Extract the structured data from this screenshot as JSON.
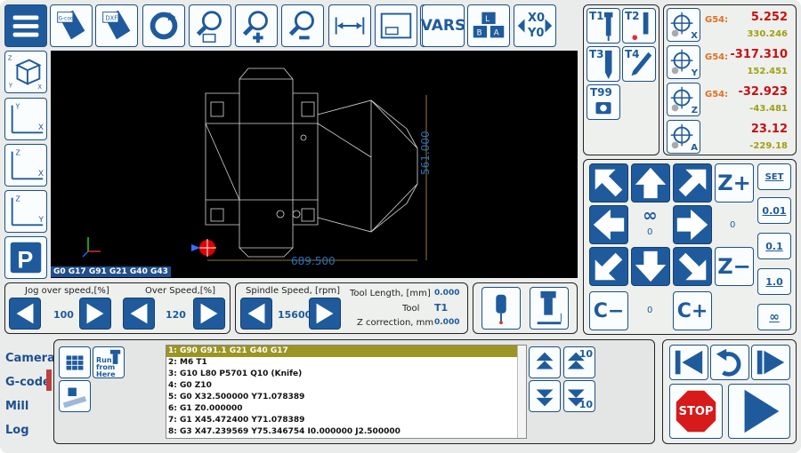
{
  "toolbar": {
    "vars": "VARS",
    "x0": "X0",
    "y0": "Y0"
  },
  "view": {
    "dim_width": "689.500",
    "dim_height": "561.000",
    "gcode_state": "G0  G17 G91 G21 G40 G43",
    "view_labels": {
      "a": "X",
      "b": "X",
      "c": "Y"
    }
  },
  "tools": {
    "t1": "T1",
    "t2": "T2",
    "t3": "T3",
    "t4": "T4",
    "t99": "T99"
  },
  "axes": [
    {
      "axis": "X",
      "wcs": "G54:",
      "value": "5.252",
      "machine": "330.246"
    },
    {
      "axis": "Y",
      "wcs": "G54:",
      "value": "-317.310",
      "machine": "152.451"
    },
    {
      "axis": "Z",
      "wcs": "G54:",
      "value": "-32.923",
      "machine": "-43.481"
    },
    {
      "axis": "A",
      "wcs": "",
      "value": "23.12",
      "machine": "-229.18"
    }
  ],
  "jog": {
    "step_label": "∞",
    "step_value": "0",
    "side_value": "0",
    "c_value": "0",
    "zplus": "Z+",
    "zminus": "Z−",
    "cminus": "C−",
    "cplus": "C+",
    "set": "SET",
    "s001": "0.01",
    "s01": "0.1",
    "s10": "1.0",
    "sinf": "∞"
  },
  "speeds": {
    "jog_label": "Jog over speed,[%]",
    "jog_value": "100",
    "over_label": "Over Speed,[%]",
    "over_value": "120",
    "spindle_label": "Spindle Speed, [rpm]",
    "spindle_value": "15600"
  },
  "toolinfo": {
    "length_label": "Tool Length, [mm]",
    "length_value": "0.000",
    "tool_label": "Tool",
    "tool_value": "T1",
    "zcorr_label": "Z correction, mm",
    "zcorr_value": "0.000"
  },
  "tabs": [
    "Camera",
    "G-code",
    "Mill",
    "Log"
  ],
  "run_from_here": [
    "Run",
    "from",
    "Here"
  ],
  "gcode_lines": [
    "1: G90 G91.1 G21 G40 G17",
    "2: M6 T1",
    "3: G10 L80 P5701 Q10 (Knife)",
    "4: G0 Z10",
    "5: G0 X32.500000 Y71.078389",
    "6: G1 Z0.000000",
    "7: G1 X45.472400 Y71.078389",
    "8: G3 X47.239569 Y75.346754 I0.000000 J2.500000"
  ],
  "scroll": {
    "ten_up": "10",
    "ten_down": "10"
  },
  "stop_label": "STOP",
  "colors": {
    "primary": "#1f5b9c",
    "wcs": "#e07020",
    "value": "#c81010",
    "machine": "#a0a010",
    "highlight": "#9b9522"
  }
}
